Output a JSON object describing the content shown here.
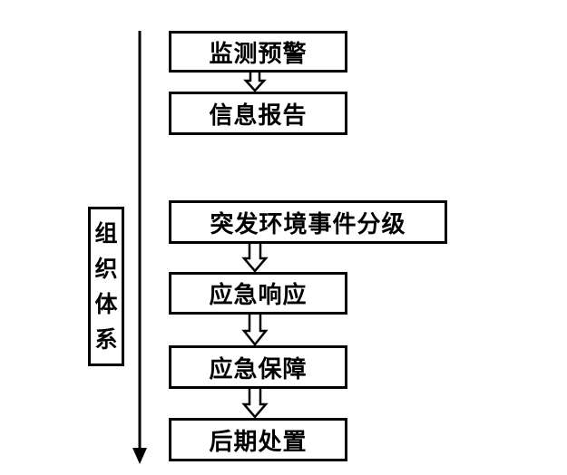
{
  "steps": [
    {
      "id": "monitor",
      "label": "监测预警"
    },
    {
      "id": "report",
      "label": "信息报告"
    },
    {
      "id": "grade",
      "label": "突发环境事件分级"
    },
    {
      "id": "response",
      "label": "应急响应"
    },
    {
      "id": "support",
      "label": "应急保障"
    },
    {
      "id": "after",
      "label": "后期处置"
    }
  ],
  "side_label": {
    "chars": [
      "组",
      "织",
      "体",
      "系"
    ]
  },
  "colors": {
    "stroke": "#000000",
    "fill": "#ffffff"
  }
}
